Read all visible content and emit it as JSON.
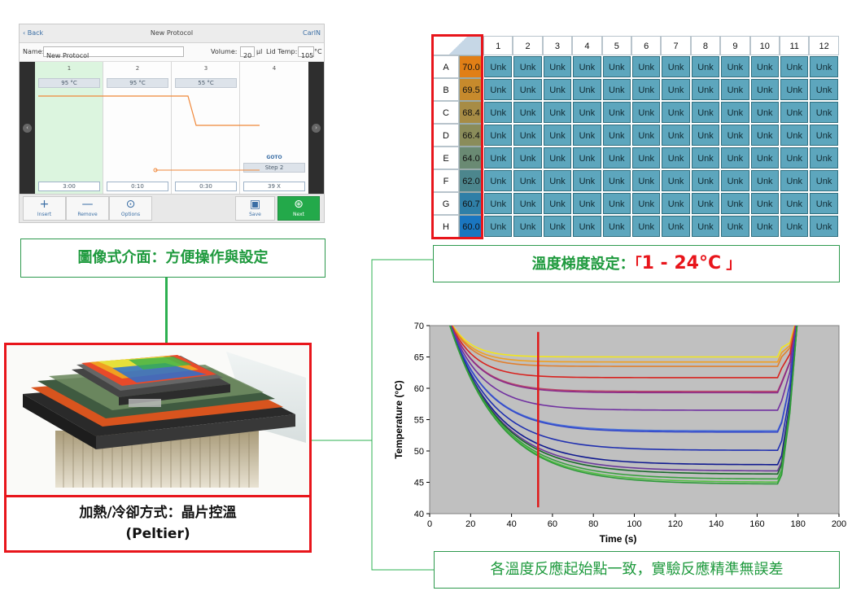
{
  "protocol_ui": {
    "back_label": "Back",
    "title": "New Protocol",
    "user": "CarlN",
    "name_label": "Name:",
    "name_value": "New Protocol",
    "volume_label": "Volume:",
    "volume_value": "20",
    "volume_unit": "µl",
    "lid_label": "Lid Temp:",
    "lid_value": "105",
    "lid_unit": "°C",
    "steps": [
      {
        "num": "1",
        "temp": "95 °C",
        "time": "3:00"
      },
      {
        "num": "2",
        "temp": "95 °C",
        "time": "0:10"
      },
      {
        "num": "3",
        "temp": "55 °C",
        "time": "0:30"
      },
      {
        "num": "4",
        "temp": "",
        "time": "39 X"
      }
    ],
    "goto_label": "GOTO",
    "goto_target": "Step 2",
    "buttons": {
      "insert": "Insert",
      "remove": "Remove",
      "options": "Options",
      "save": "Save",
      "next": "Next"
    }
  },
  "captions": {
    "ui": "圖像式介面：方便操作與設定",
    "gradient_prefix": "溫度梯度設定：",
    "gradient_open": "「",
    "gradient_value": "1 - 24°C",
    "gradient_close": " 」",
    "peltier_line1": "加熱/冷卻方式：晶片控溫",
    "peltier_line2": "(Peltier)",
    "consistency": "各溫度反應起始點一致，實驗反應精準無誤差"
  },
  "plate": {
    "columns": [
      "1",
      "2",
      "3",
      "4",
      "5",
      "6",
      "7",
      "8",
      "9",
      "10",
      "11",
      "12"
    ],
    "rows": [
      "A",
      "B",
      "C",
      "D",
      "E",
      "F",
      "G",
      "H"
    ],
    "temps": [
      "70.0",
      "69.5",
      "68.4",
      "66.4",
      "64.0",
      "62.0",
      "60.7",
      "60.0"
    ],
    "temp_colors": [
      "#e17f16",
      "#c78a2c",
      "#a78c45",
      "#8a8c5a",
      "#6a8a73",
      "#4c868d",
      "#2f7fa7",
      "#1a76c0"
    ],
    "cell_label": "Unk",
    "cell_color": "#5da6bd"
  },
  "chart_data": {
    "type": "line",
    "xlabel": "Time (s)",
    "ylabel": "Temperature (°C)",
    "xlim": [
      0,
      200
    ],
    "ylim": [
      40,
      70
    ],
    "xticks": [
      0,
      20,
      40,
      60,
      80,
      100,
      120,
      140,
      160,
      180,
      200
    ],
    "yticks": [
      40,
      45,
      50,
      55,
      60,
      65,
      70
    ],
    "grid": false,
    "marker_line_x": 53,
    "series": [
      {
        "color": "#f2e61c",
        "plateau": 65.0
      },
      {
        "color": "#f0a020",
        "plateau": 64.2
      },
      {
        "color": "#e08030",
        "plateau": 63.5
      },
      {
        "color": "#d8221e",
        "plateau": 61.7
      },
      {
        "color": "#b8486a",
        "plateau": 59.5
      },
      {
        "color": "#8a2a8a",
        "plateau": 59.3
      },
      {
        "color": "#7030a0",
        "plateau": 56.5
      },
      {
        "color": "#4a70d8",
        "plateau": 53.2
      },
      {
        "color": "#3548c8",
        "plateau": 53.0
      },
      {
        "color": "#2030b0",
        "plateau": 50.1
      },
      {
        "color": "#101a90",
        "plateau": 47.8
      },
      {
        "color": "#6a3a9a",
        "plateau": 46.8
      },
      {
        "color": "#1a6a2a",
        "plateau": 46.3
      },
      {
        "color": "#3aa040",
        "plateau": 45.5
      },
      {
        "color": "#55c045",
        "plateau": 45.0
      },
      {
        "color": "#2e9a3a",
        "plateau": 44.7
      }
    ]
  }
}
